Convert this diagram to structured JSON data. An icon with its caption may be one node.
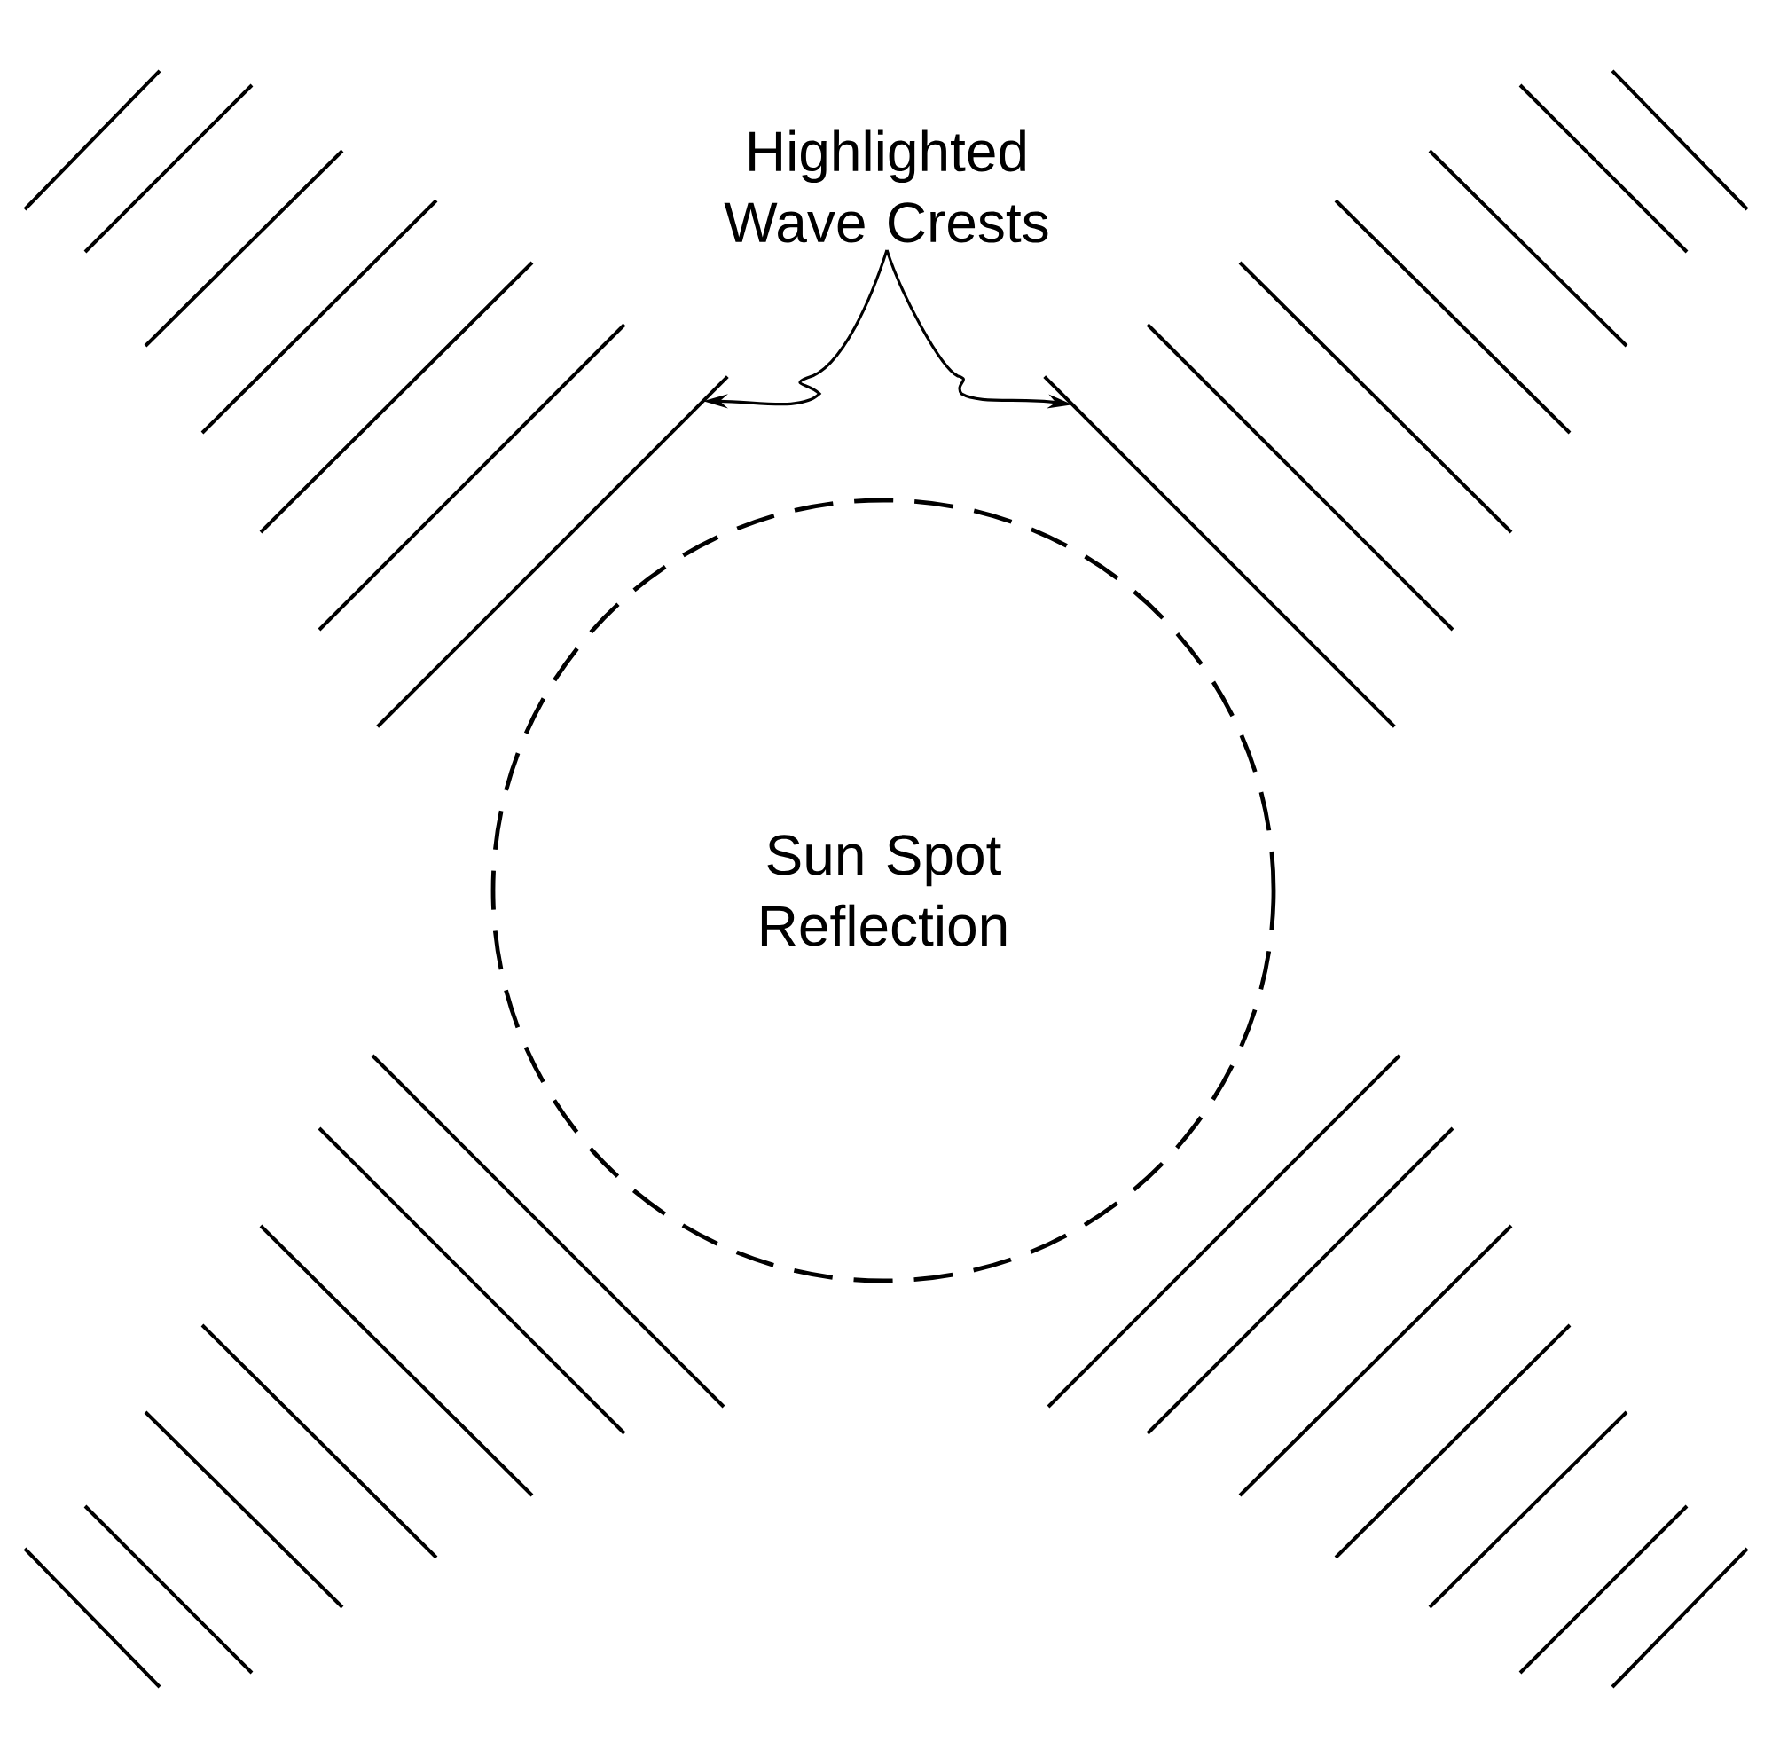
{
  "diagram": {
    "nodes": [
      {
        "text": [
          "Highlighted Wave Crests"
        ]
      },
      {
        "text": [],
        "shape": "bar"
      },
      {
        "text": [],
        "shape": "bar"
      },
      {
        "text": [
          "Sun Spot Reflection"
        ]
      }
    ],
    "edges": [
      {
        "from": 0,
        "to": 1,
        "arrow": "to"
      },
      {
        "from": 0,
        "to": 2,
        "arrow": "to"
      }
    ]
  }
}
